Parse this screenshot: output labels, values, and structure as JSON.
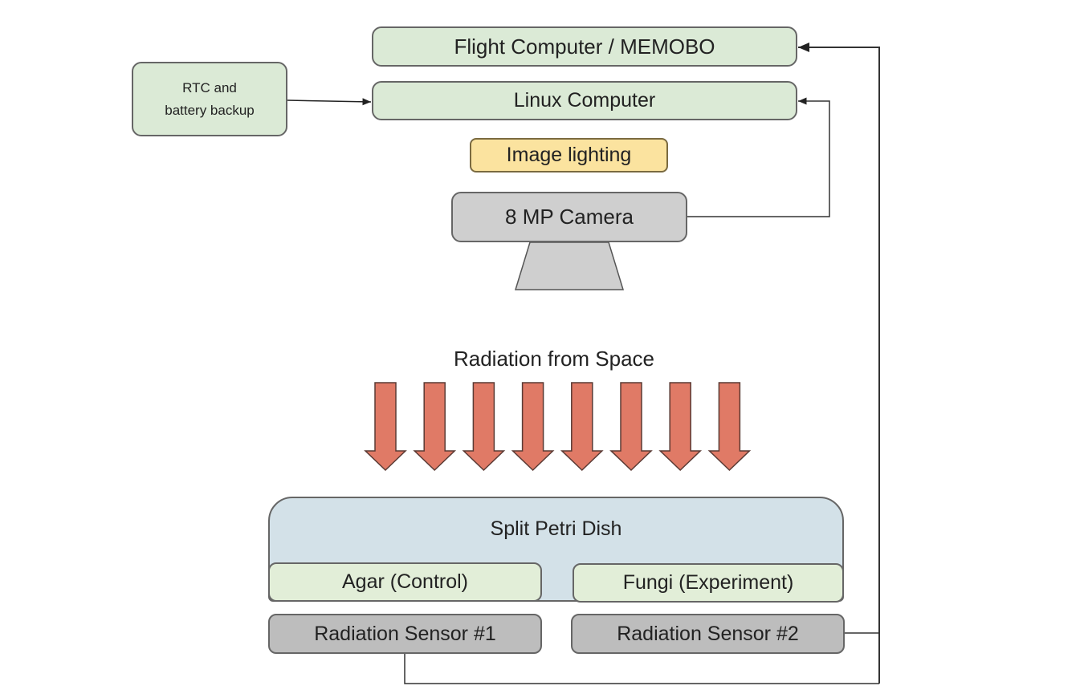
{
  "diagram": {
    "nodes": {
      "flight_computer": "Flight Computer / MEMOBO",
      "linux_computer": "Linux Computer",
      "rtc": [
        "RTC and",
        "battery backup"
      ],
      "image_lighting": "Image lighting",
      "camera": "8 MP Camera",
      "radiation_label": "Radiation from Space",
      "petri_dish": "Split Petri Dish",
      "agar": "Agar (Control)",
      "fungi": "Fungi (Experiment)",
      "sensor1": "Radiation Sensor #1",
      "sensor2": "Radiation Sensor #2"
    },
    "radiation_arrow_count": 8,
    "colors": {
      "green_box": "#dbead6",
      "yellow_box": "#fbe39f",
      "camera_gray": "#cfcfcf",
      "sensor_gray": "#bdbdbd",
      "petri_blue": "#d3e1e8",
      "radiation_arrow": "#e07a66"
    },
    "connections": [
      {
        "from": "RTC and battery backup",
        "to": "Linux Computer"
      },
      {
        "from": "8 MP Camera",
        "to": "Linux Computer"
      },
      {
        "from": "Radiation Sensor #1",
        "to": "Flight Computer / MEMOBO"
      },
      {
        "from": "Radiation Sensor #2",
        "to": "Flight Computer / MEMOBO"
      }
    ]
  }
}
